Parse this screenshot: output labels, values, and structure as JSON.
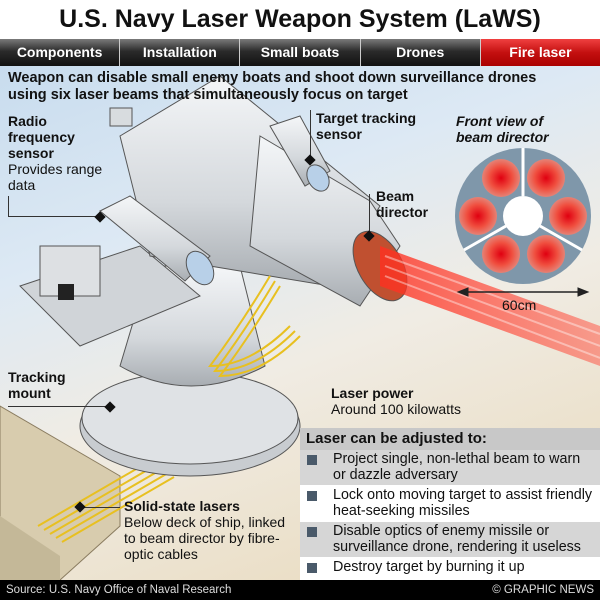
{
  "title": "U.S. Navy Laser Weapon System (LaWS)",
  "tabs": [
    {
      "label": "Components",
      "active": false
    },
    {
      "label": "Installation",
      "active": false
    },
    {
      "label": "Small boats",
      "active": false
    },
    {
      "label": "Drones",
      "active": false
    },
    {
      "label": "Fire laser",
      "active": true
    }
  ],
  "intro": "Weapon can disable small enemy boats and shoot down surveillance drones using six laser beams that simultaneously focus on target",
  "labels": {
    "rf_sensor": {
      "title": "Radio frequency sensor",
      "desc": "Provides range data"
    },
    "target_sensor": {
      "title": "Target tracking sensor"
    },
    "beam_director": {
      "title": "Beam director"
    },
    "front_view": {
      "title": "Front view of beam director",
      "dimension": "60cm"
    },
    "tracking_mount": {
      "title": "Tracking mount"
    },
    "laser_power": {
      "title": "Laser power",
      "desc": "Around 100 kilowatts"
    },
    "solid_state": {
      "title": "Solid-state lasers",
      "desc": "Below deck of ship, linked to beam director by fibre-optic cables"
    }
  },
  "panel": {
    "heading": "Laser can be adjusted to:",
    "items": [
      "Project single, non-lethal beam to warn or dazzle adversary",
      "Lock onto moving target to assist friendly heat-seeking missiles",
      "Disable optics of enemy missile or surveillance drone, rendering it useless",
      "Destroy target by burning it up"
    ]
  },
  "footer": {
    "source": "Source: U.S. Navy Office of Naval Research",
    "credit": "© GRAPHIC NEWS"
  },
  "colors": {
    "active_tab": "#c41010",
    "laser": "#e83020",
    "bullet": "#4a5a6a"
  }
}
